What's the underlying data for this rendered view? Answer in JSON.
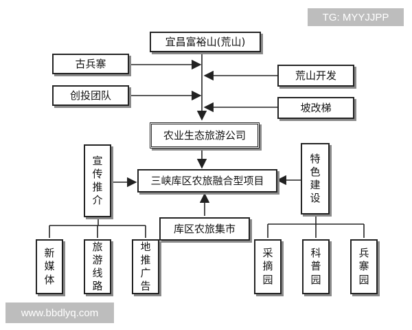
{
  "watermark_top": "TG: MYYJJPP",
  "watermark_bottom": "www.bbdlyq.com",
  "nodes": {
    "top": "宜昌富裕山(荒山)",
    "gubingzhai": "古兵寨",
    "chuangtou": "创投团队",
    "huangshan_kaifa": "荒山开发",
    "pogaiti": "坡改梯",
    "eco_company": "农业生态旅游公司",
    "project": "三峡库区农旅融合型项目",
    "market": "库区农旅集市",
    "xuanchuan": "宣传推介",
    "tese": "特色建设",
    "xinmeiti": "新媒体",
    "lvyou_xianlu": "旅游线路",
    "ditui_guanggao": "地推广告",
    "caizhaiyuan": "采摘园",
    "kepuyuan": "科普园",
    "bingzhaiyuan": "兵寨园"
  },
  "colors": {
    "line": "#222222",
    "shadow": "#8a8a8a",
    "watermark_bg": "#bdbdbd"
  }
}
